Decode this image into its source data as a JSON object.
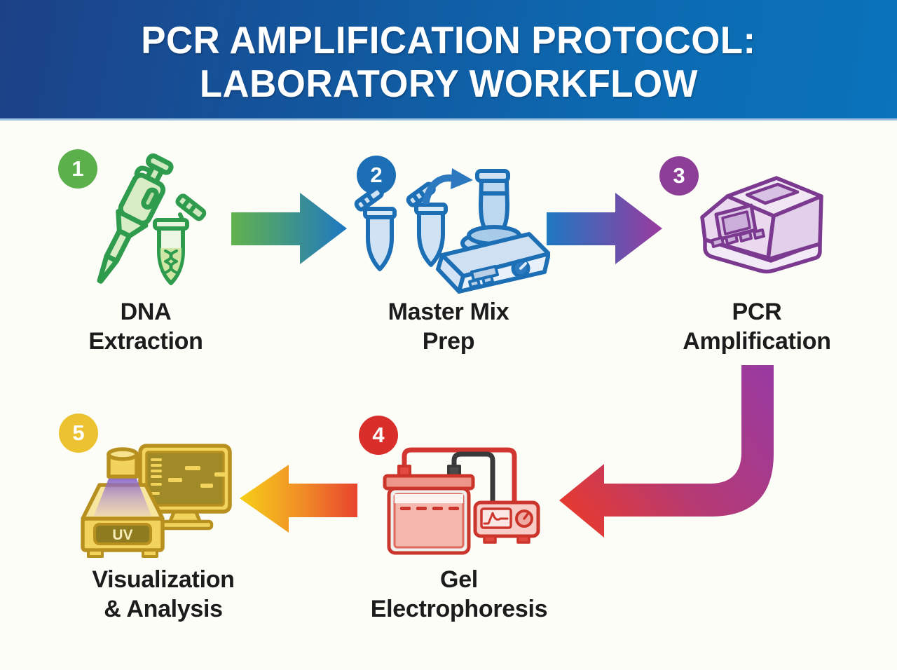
{
  "header": {
    "title_line1": "PCR AMPLIFICATION PROTOCOL:",
    "title_line2": "LABORATORY WORKFLOW",
    "background_gradient": [
      "#1d4187",
      "#0a73bb"
    ],
    "text_color": "#ffffff"
  },
  "steps": [
    {
      "number": "1",
      "label_line1": "DNA",
      "label_line2": "Extraction",
      "badge_color": "#5bb04b",
      "icon": "pipette-and-tube-icon"
    },
    {
      "number": "2",
      "label_line1": "Master Mix",
      "label_line2": "Prep",
      "badge_color": "#1c6fb5",
      "icon": "tubes-and-vortex-mixer-icon"
    },
    {
      "number": "3",
      "label_line1": "PCR",
      "label_line2": "Amplification",
      "badge_color": "#8d3f97",
      "icon": "thermocycler-icon"
    },
    {
      "number": "4",
      "label_line1": "Gel",
      "label_line2": "Electrophoresis",
      "badge_color": "#d92f2b",
      "icon": "gel-tank-and-power-supply-icon"
    },
    {
      "number": "5",
      "label_line1": "Visualization",
      "label_line2": "& Analysis",
      "badge_color": "#ecc231",
      "icon": "uv-transilluminator-and-monitor-icon",
      "icon_text": "UV"
    }
  ],
  "arrows": [
    {
      "name": "arrow-step1-to-step2",
      "direction": "right",
      "gradient": [
        "#62b24d",
        "#1e78c2"
      ]
    },
    {
      "name": "arrow-step2-to-step3",
      "direction": "right",
      "gradient": [
        "#1e78c2",
        "#9a3a9e"
      ]
    },
    {
      "name": "arrow-step3-to-step4",
      "direction": "down-then-left",
      "gradient": [
        "#9a3aa0",
        "#e73a2e"
      ]
    },
    {
      "name": "arrow-step4-to-step5",
      "direction": "left",
      "gradient": [
        "#e8432f",
        "#f6cf17"
      ]
    }
  ],
  "colors": {
    "background": "#fdfdf8",
    "label_text": "#1c1c1c",
    "step1_icon": "#2e9b4d",
    "step2_icon": "#1d6fb5",
    "step3_icon": "#7b3a90",
    "step4_icon": "#cc352c",
    "step5_icon": "#b8901f"
  }
}
